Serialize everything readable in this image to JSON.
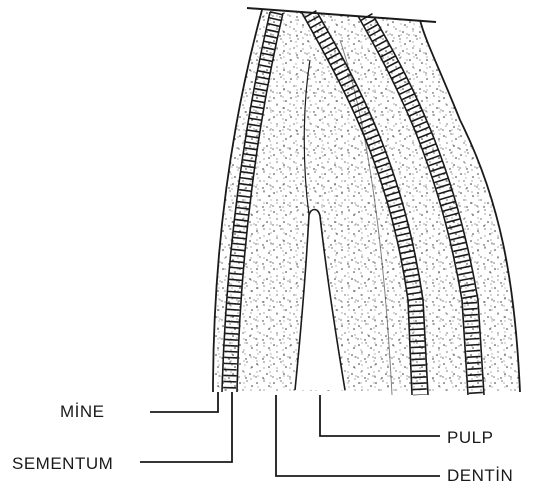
{
  "labels": {
    "mine": "MİNE",
    "sementum": "SEMENTUM",
    "pulp": "PULP",
    "dentin": "DENTİN"
  },
  "colors": {
    "ink": "#1a1a1a",
    "background": "#ffffff"
  }
}
